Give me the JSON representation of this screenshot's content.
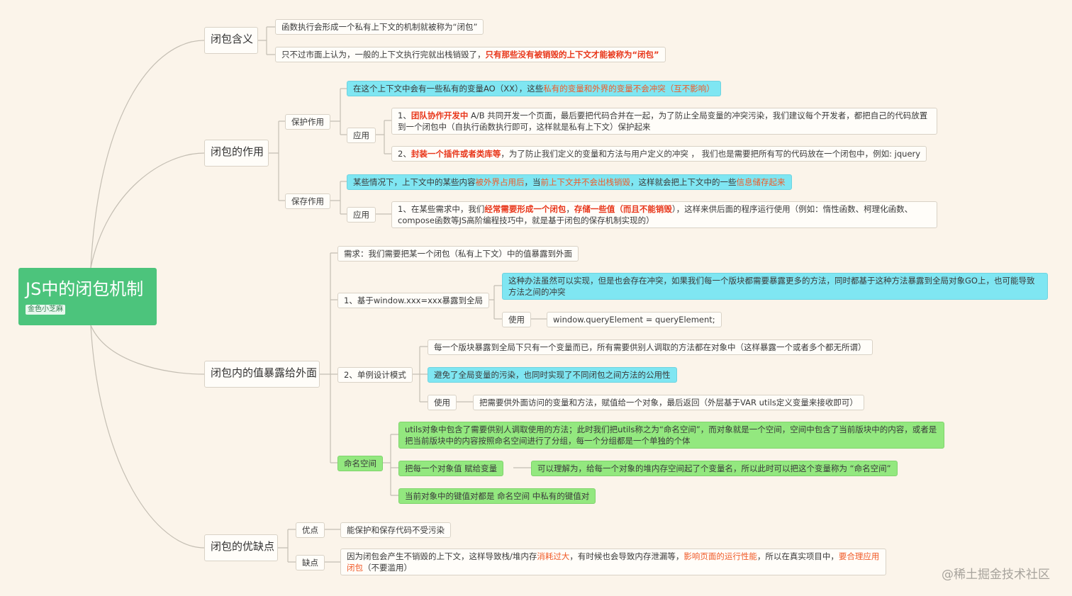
{
  "root": {
    "title": "JS中的闭包机制",
    "tag": "金色小芝麻"
  },
  "branches": {
    "meaning": {
      "label": "闭包含义",
      "items": [
        "函数执行会形成一个私有上下文的机制就被称为“闭包”",
        {
          "plain": "只不过市面上认为，一般的上下文执行完就出栈销毁了，",
          "red": "只有那些没有被销毁的上下文才能被称为“闭包”"
        }
      ]
    },
    "role": {
      "label": "闭包的作用",
      "protect": {
        "label": "保护作用",
        "desc": {
          "a": "在这个上下文中会有一些私有的变量AO（XX），这些",
          "b": "私有的变量和外界的变量不会冲突（互不影响）"
        },
        "apply_label": "应用",
        "app1": {
          "a": "1、",
          "b": "团队协作开发中",
          "c": " A/B 共同开发一个页面，最后要把代码合并在一起，为了防止全局变量的冲突污染，我们建议每个开发者，都把自己的代码放置到一个闭包中（自执行函数执行即可，这样就是私有上下文）保护起来"
        },
        "app2": {
          "a": "2、",
          "b": "封装一个插件或者类库等",
          "c": "，为了防止我们定义的变量和方法与用户定义的冲突 ， 我们也是需要把所有写的代码放在一个闭包中，例如: jquery"
        }
      },
      "save": {
        "label": "保存作用",
        "desc": {
          "a": "某些情况下，上下文中的某些内容",
          "b": "被外界占用后",
          "c": "，当",
          "d": "前上下文并不会出栈销毁",
          "e": "，这样就会把上下文中的一些",
          "f": "信息储存起来"
        },
        "apply_label": "应用",
        "app1": {
          "a": "1、在某些需求中，我们",
          "b": "经常需要形成一个闭包",
          "c": "，",
          "d": "存储一些值（而且不能销毁",
          "e": "），这样来供后面的程序运行使用（例如：惰性函数、柯理化函数、compose函数等JS高阶编程技巧中，就是基于闭包的保存机制实现的）"
        }
      }
    },
    "expose": {
      "label": "闭包内的值暴露给外面",
      "need": "需求：我们需要把某一个闭包（私有上下文）中的值暴露到外面",
      "window": {
        "label": "1、基于window.xxx=xxx暴露到全局",
        "note": "这种办法虽然可以实现，但是也会存在冲突，如果我们每一个版块都需要暴露更多的方法，同时都基于这种方法暴露到全局对象GO上，也可能导致方法之间的冲突",
        "use_label": "使用",
        "use": "window.queryElement = queryElement;"
      },
      "singleton": {
        "label": "2、单例设计模式",
        "note1": "每一个版块暴露到全局下只有一个变量而已，所有需要供别人调取的方法都在对象中（这样暴露一个或者多个都无所谓）",
        "note2": "避免了全局变量的污染，也同时实现了不同闭包之间方法的公用性",
        "use_label": "使用",
        "use": "把需要供外面访问的变量和方法，赋值给一个对象，最后返回（外层基于VAR utils定义变量来接收即可）"
      },
      "namespace": {
        "label": "命名空间",
        "desc": "utils对象中包含了需要供别人调取使用的方法；此时我们把utils称之为“命名空间”，而对象就是一个空间，空间中包含了当前版块中的内容，或者是把当前版块中的内容按照命名空间进行了分组，每一个分组都是一个单独的个体",
        "assign": "把每一个对象值 赋给变量",
        "assign_note": "可以理解为，给每一个对象的堆内存空间起了个变量名，所以此时可以把这个变量称为 “命名空间”",
        "pairs": "当前对象中的键值对都是 命名空间 中私有的键值对"
      }
    },
    "pros_cons": {
      "label": "闭包的优缺点",
      "pro_label": "优点",
      "pro": "能保护和保存代码不受污染",
      "con_label": "缺点",
      "con": {
        "a": "因为闭包会产生不销毁的上下文，这样导致栈/堆内存",
        "b": "消耗过大",
        "c": "，有时候也会导致内存泄漏等，",
        "d": "影响页面的运行性能",
        "e": "，所以在真实项目中，",
        "f": "要合理应用闭包",
        "g": "（不要滥用）"
      }
    }
  },
  "watermark": "@稀土掘金技术社区",
  "colors": {
    "root": "#4cc47c",
    "highlight": "#f05a28",
    "blue_node": "#7fe6f2",
    "green_node": "#93e87f",
    "line": "#bfb9ae"
  }
}
